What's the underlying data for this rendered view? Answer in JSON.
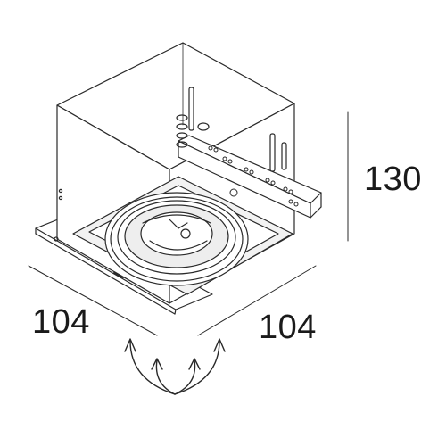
{
  "dimensions": {
    "width_left": "104",
    "width_right": "104",
    "height": "130"
  },
  "colors": {
    "line": "#2a2a2a",
    "fill_light": "#ffffff",
    "fill_shade": "#eeeeee"
  }
}
